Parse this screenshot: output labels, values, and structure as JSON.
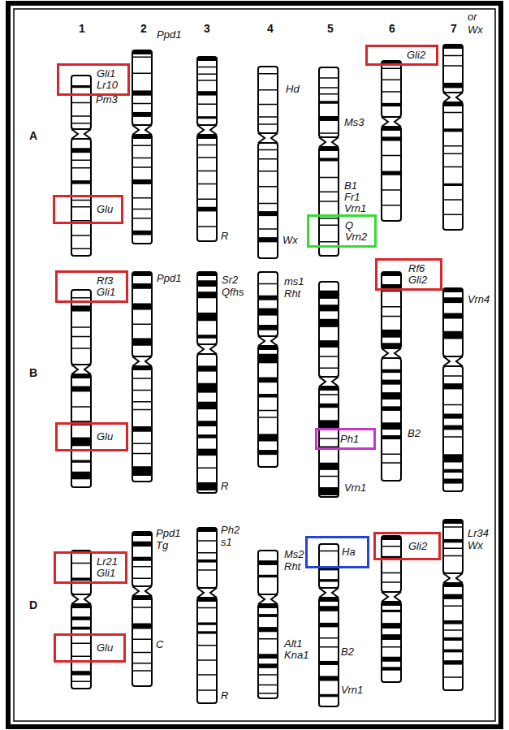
{
  "diagram": {
    "nodes": [
      {
        "text": [
          "Gli1",
          "Lr10"
        ]
      },
      {
        "text": [
          "Glu"
        ]
      },
      {
        "text": [
          "Gli2"
        ]
      },
      {
        "text": [
          "Q",
          "Vrn2"
        ]
      },
      {
        "text": [
          "Rf3",
          "Gli1"
        ]
      },
      {
        "text": [
          "Glu"
        ]
      },
      {
        "text": [
          "Rf6",
          "Gli2"
        ]
      },
      {
        "text": [
          "Ph1"
        ]
      },
      {
        "text": [
          "Lr21",
          "Gli1"
        ]
      },
      {
        "text": [
          "Glu"
        ]
      },
      {
        "text": [
          "Ha"
        ]
      },
      {
        "text": [
          "Gli2"
        ]
      }
    ],
    "labels": [
      "1",
      "2",
      "3",
      "4",
      "5",
      "6",
      "7",
      "A",
      "B",
      "D",
      "Pm3",
      "Ppd1",
      "R",
      "Hd",
      "Wx",
      "Ms3",
      "B1",
      "Fr1",
      "Vrn1",
      "or",
      "Wx",
      "Ppd1",
      "Sr2",
      "Qfhs",
      "R",
      "ms1",
      "Rht",
      "Vrn1",
      "B2",
      "Vrn4",
      "Ppd1",
      "Tg",
      "C",
      "Ph2",
      "s1",
      "R",
      "Ms2",
      "Rht",
      "Alt1",
      "Kna1",
      "B2",
      "Vrn1",
      "Lr34",
      "Wx"
    ]
  }
}
